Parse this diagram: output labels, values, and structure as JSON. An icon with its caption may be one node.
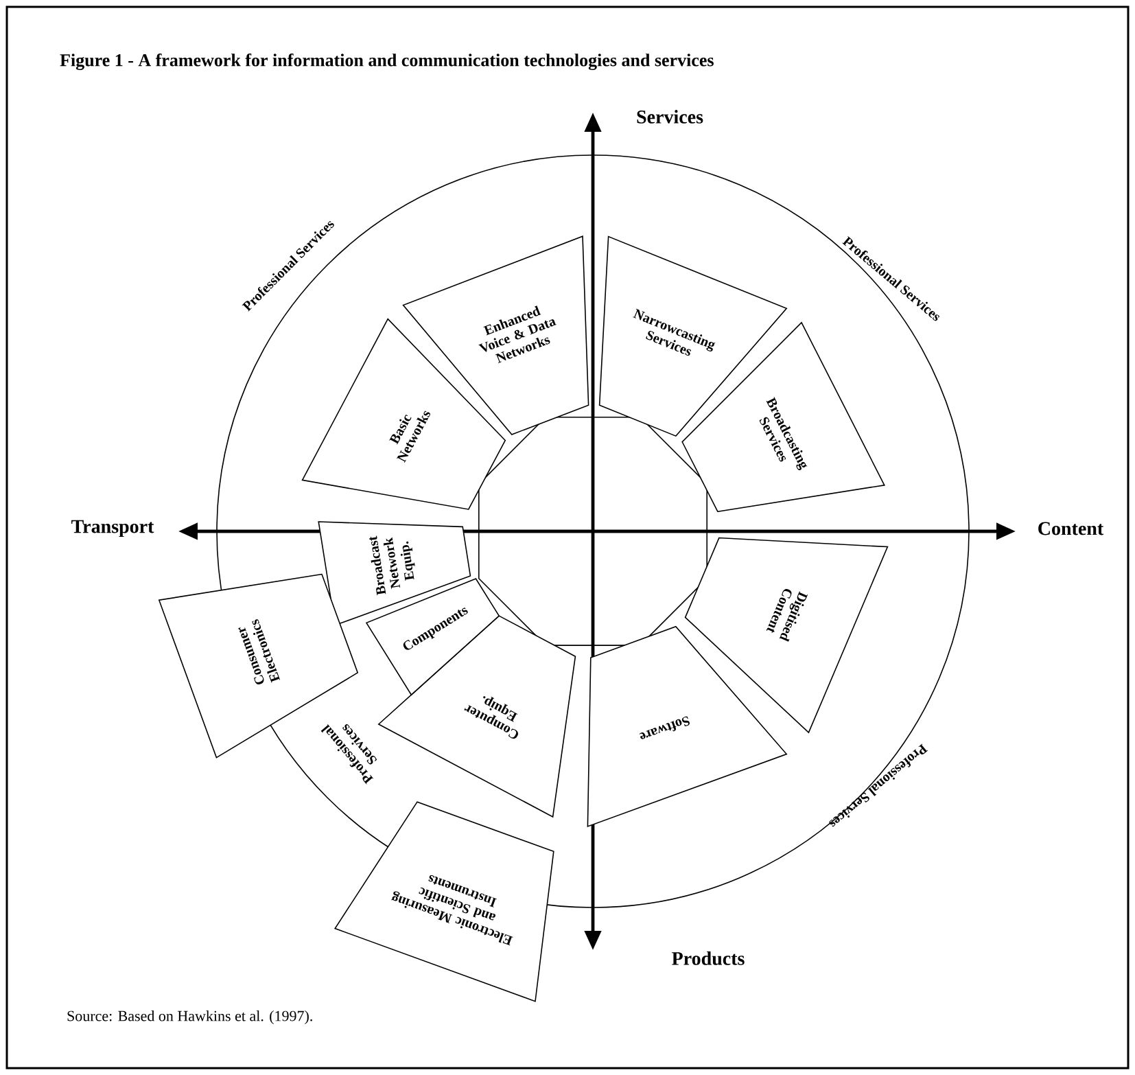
{
  "diagram": {
    "title": "Figure 1 - A framework for information and communication technologies and services",
    "caption": "Source: Based on Hawkins et al. (1997).",
    "nodes": [
      {
        "text": [
          "Enhanced Voice & Data Networks"
        ]
      },
      {
        "text": [
          "Narrowcasting Services"
        ]
      },
      {
        "text": [
          "Basic Networks"
        ]
      },
      {
        "text": [
          "Broadcasting Services"
        ]
      },
      {
        "text": [
          "Digitised Content"
        ]
      },
      {
        "text": [
          "Software"
        ]
      },
      {
        "text": [
          "Computer Equip."
        ]
      },
      {
        "text": [
          "Components"
        ]
      },
      {
        "text": [
          "Broadcast Network Equip."
        ]
      },
      {
        "text": [
          "Consumer Electronics"
        ]
      },
      {
        "text": [
          "Electronic Measuring and Scientific Instruments"
        ]
      }
    ],
    "labels": [
      "Services",
      "Professional Services",
      "Professional Services",
      "Transport",
      "Content",
      "Professional Services",
      "Professional Services",
      "Products"
    ]
  }
}
